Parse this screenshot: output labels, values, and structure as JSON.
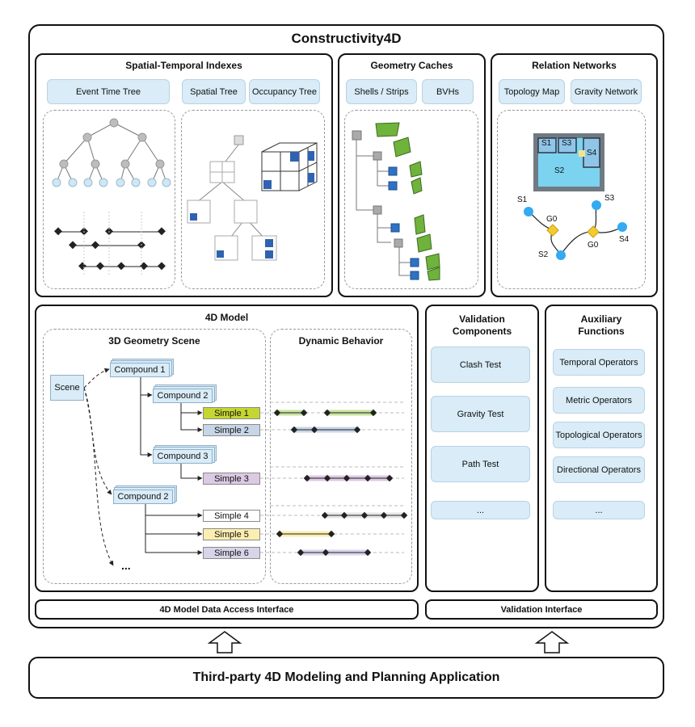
{
  "main_title": "Constructivity4D",
  "spatial": {
    "title": "Spatial-Temporal Indexes",
    "tabs": [
      "Event Time Tree",
      "Spatial Tree",
      "Occupancy Tree"
    ]
  },
  "geometry": {
    "title": "Geometry Caches",
    "tabs": [
      "Shells / Strips",
      "BVHs"
    ]
  },
  "relations": {
    "title": "Relation Networks",
    "tabs": [
      "Topology Map",
      "Gravity Network"
    ],
    "room_labels": [
      "S1",
      "S3",
      "S4",
      "S2"
    ],
    "graph_labels": [
      "S1",
      "G0",
      "S3",
      "S2",
      "G0",
      "S4"
    ]
  },
  "model": {
    "title": "4D Model",
    "scene_title": "3D Geometry Scene",
    "behavior_title": "Dynamic Behavior",
    "scene": "Scene",
    "compounds": [
      "Compound 1",
      "Compound 2",
      "Compound 3",
      "Compound 2"
    ],
    "simples": [
      "Simple 1",
      "Simple 2",
      "Simple 3",
      "Simple 4",
      "Simple 5",
      "Simple 6"
    ],
    "ellipsis": "...",
    "colors": {
      "simple1": "#c4d630",
      "simple2": "#c7d6e6",
      "simple3": "#dcc9e3",
      "simple4": "#ffffff",
      "simple5": "#fbeeb0",
      "simple6": "#d8d4ea"
    }
  },
  "validation": {
    "title": "Validation Components",
    "items": [
      "Clash Test",
      "Gravity Test",
      "Path Test",
      "..."
    ]
  },
  "auxiliary": {
    "title": "Auxiliary Functions",
    "items": [
      "Temporal Operators",
      "Metric Operators",
      "Topological Operators",
      "Directional Operators",
      "..."
    ]
  },
  "interfaces": {
    "model_access": "4D Model Data Access Interface",
    "validation": "Validation Interface"
  },
  "third_party": "Third-party 4D Modeling and Planning Application"
}
